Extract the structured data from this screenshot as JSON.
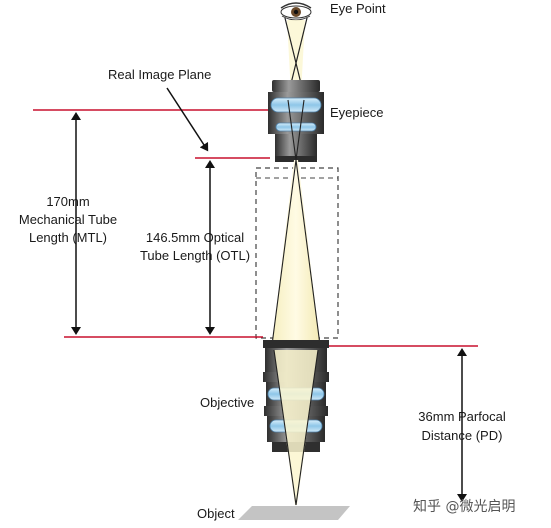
{
  "labels": {
    "eye_point": "Eye Point",
    "real_image_plane": "Real Image Plane",
    "eyepiece": "Eyepiece",
    "mtl_line1": "170mm",
    "mtl_line2": "Mechanical Tube",
    "mtl_line3": "Length (MTL)",
    "otl_line1": "146.5mm Optical",
    "otl_line2": "Tube Length (OTL)",
    "objective": "Objective",
    "pd_line1": "36mm Parfocal",
    "pd_line2": "Distance (PD)",
    "object": "Object"
  },
  "watermark": "知乎 @微光启明",
  "colors": {
    "reference_line": "#c8102e",
    "arrow": "#111111",
    "tube_dark": "#3d3d3d",
    "tube_mid": "#8a8a8a",
    "lens_blue": "#a9d4ee",
    "light_cone": "#fbf6cf",
    "object_plate": "#c4c4c4"
  }
}
